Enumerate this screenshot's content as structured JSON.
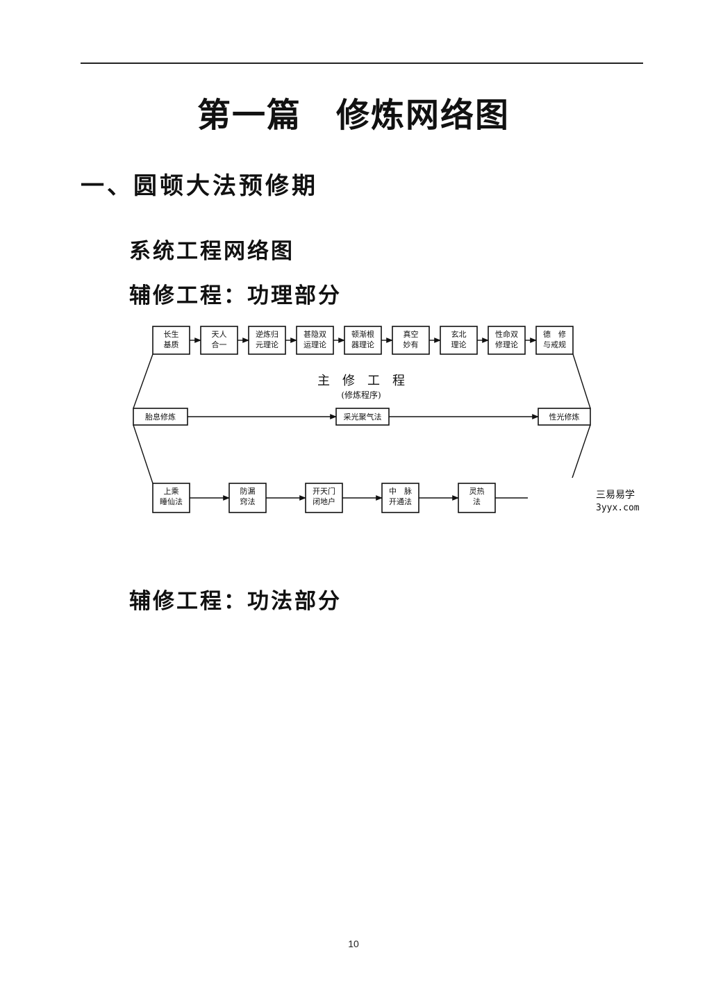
{
  "page": {
    "title": "第一篇　修炼网络图",
    "section": "一、圆顿大法预修期",
    "subheading_1": "系统工程网络图",
    "subheading_2": "辅修工程：功理部分",
    "subheading_3": "辅修工程：功法部分",
    "page_number": "10"
  },
  "diagram": {
    "top_row": [
      [
        "长生",
        "基质"
      ],
      [
        "天人",
        "合一"
      ],
      [
        "逆炼归",
        "元理论"
      ],
      [
        "甚隐双",
        "运理论"
      ],
      [
        "顿渐根",
        "器理论"
      ],
      [
        "真空",
        "妙有"
      ],
      [
        "玄北",
        "理论"
      ],
      [
        "性命双",
        "修理论"
      ],
      [
        "德　修",
        "与戒规"
      ]
    ],
    "middle_title": "主　修　工　程",
    "middle_subtitle": "(修炼程序)",
    "middle_row": [
      "胎息修炼",
      "采光聚气法",
      "性光修炼"
    ],
    "bottom_row": [
      [
        "上乘",
        "睡仙法"
      ],
      [
        "防漏",
        "窍法"
      ],
      [
        "开天门",
        "闭地户"
      ],
      [
        "中　脉",
        "开通法"
      ],
      [
        "灵热",
        "法"
      ]
    ]
  },
  "watermark": {
    "line1": "三易易学",
    "line2": "3yyx.com"
  }
}
